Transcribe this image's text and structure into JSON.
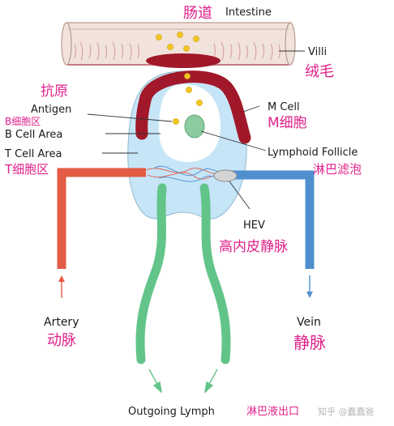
{
  "labels": {
    "intestine_cn": "肠道",
    "intestine_en": "Intestine",
    "villi_en": "Villi",
    "villi_cn": "绒毛",
    "antigen_cn": "抗原",
    "antigen_en": "Antigen",
    "b_cell_area_cn": "B细胞区",
    "b_cell_area_en": "B Cell Area",
    "t_cell_area_en": "T Cell Area",
    "t_cell_area_cn": "T细胞区",
    "m_cell_en": "M Cell",
    "m_cell_cn": "M细胞",
    "lymphoid_follicle_en": "Lymphoid Follicle",
    "lymphoid_follicle_cn": "淋巴滤泡",
    "hev_en": "HEV",
    "hev_cn": "高内皮静脉",
    "artery_en": "Artery",
    "artery_cn": "动脉",
    "vein_en": "Vein",
    "vein_cn": "静脉",
    "outgoing_lymph_en": "Outgoing Lymph",
    "outgoing_lymph_cn": "淋巴液出口",
    "watermark": "知乎 @蠢蠢爸"
  },
  "colors": {
    "label_pink": "#e0218a",
    "label_black": "#1a1a1a",
    "intestine_fill": "#f1e3dc",
    "intestine_stroke": "#b79a8c",
    "villi_stroke": "#d9a3a8",
    "m_cell_red": "#a1182b",
    "follicle_blue": "#c6e5f7",
    "white_area": "#ffffff",
    "germinal_green": "#8ccba0",
    "antigen_yellow": "#f3c623",
    "artery_red": "#e35b45",
    "vein_blue": "#4f8fcf",
    "lymph_green": "#62c489",
    "hev_grey": "#d4d4d4"
  }
}
